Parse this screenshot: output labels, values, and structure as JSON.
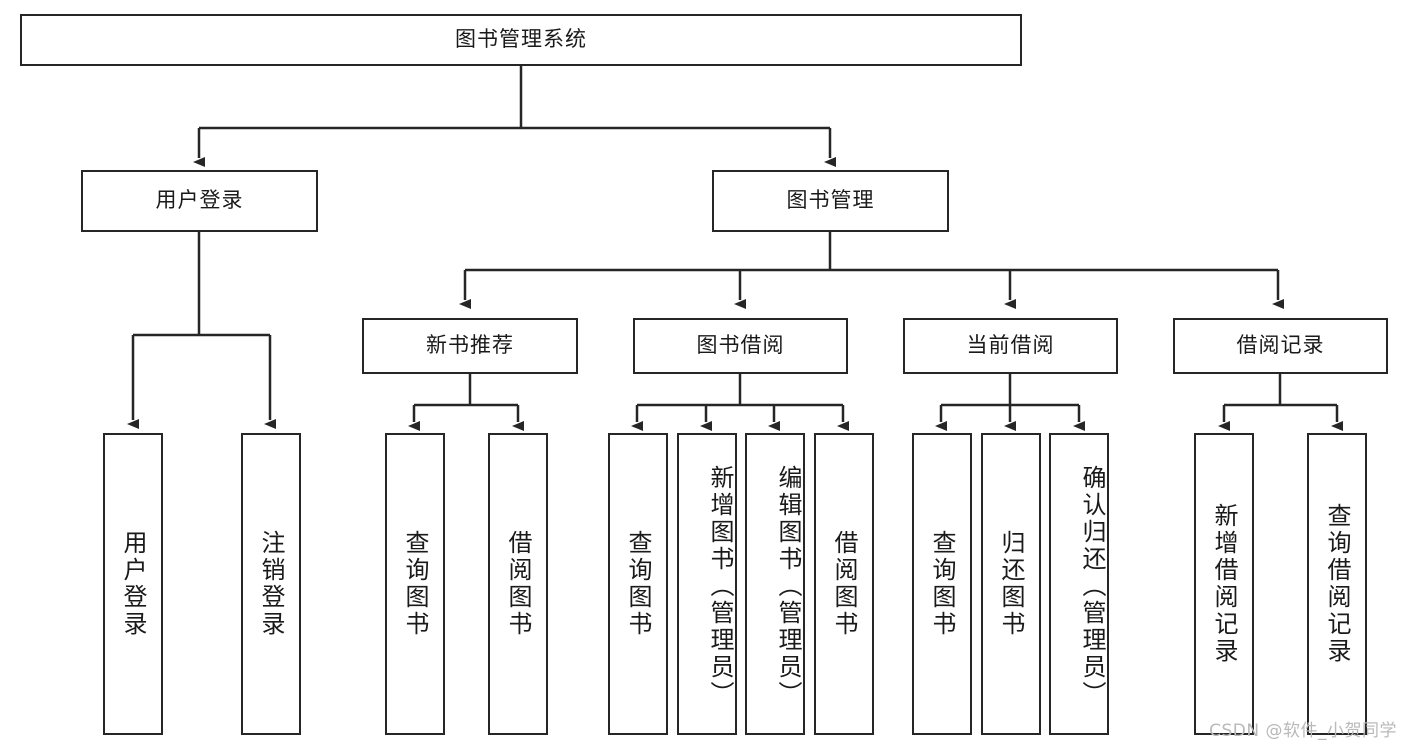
{
  "diagram": {
    "title_node": {
      "label": "图书管理系统"
    },
    "level2": [
      {
        "id": "user-login",
        "label": "用户登录"
      },
      {
        "id": "book-management",
        "label": "图书管理"
      }
    ],
    "level3": [
      {
        "id": "new-book-recommend",
        "label": "新书推荐"
      },
      {
        "id": "book-borrow",
        "label": "图书借阅"
      },
      {
        "id": "current-borrow",
        "label": "当前借阅"
      },
      {
        "id": "borrow-record",
        "label": "借阅记录"
      }
    ],
    "leaves": {
      "user_login": [
        {
          "id": "leaf-user-login",
          "label": "用户登录"
        },
        {
          "id": "leaf-logout-login",
          "label": "注销登录"
        }
      ],
      "new_book_recommend": [
        {
          "id": "leaf-query-book-1",
          "label": "查询图书"
        },
        {
          "id": "leaf-borrow-book-1",
          "label": "借阅图书"
        }
      ],
      "book_borrow": [
        {
          "id": "leaf-query-book-2",
          "label": "查询图书"
        },
        {
          "id": "leaf-add-book",
          "label": "新增图书（管理员）"
        },
        {
          "id": "leaf-edit-book",
          "label": "编辑图书（管理员）"
        },
        {
          "id": "leaf-borrow-book-2",
          "label": "借阅图书"
        }
      ],
      "current_borrow": [
        {
          "id": "leaf-query-book-3",
          "label": "查询图书"
        },
        {
          "id": "leaf-return-book",
          "label": "归还图书"
        },
        {
          "id": "leaf-confirm-return",
          "label": "确认归还（管理员）"
        }
      ],
      "borrow_record": [
        {
          "id": "leaf-add-record",
          "label": "新增借阅记录"
        },
        {
          "id": "leaf-query-record",
          "label": "查询借阅记录"
        }
      ]
    }
  },
  "watermark": {
    "text": "CSDN @软件_小贺同学"
  },
  "colors": {
    "stroke": "#262626",
    "background": "#ffffff",
    "text": "#1a1a1a",
    "watermark": "#b9b9b9"
  }
}
